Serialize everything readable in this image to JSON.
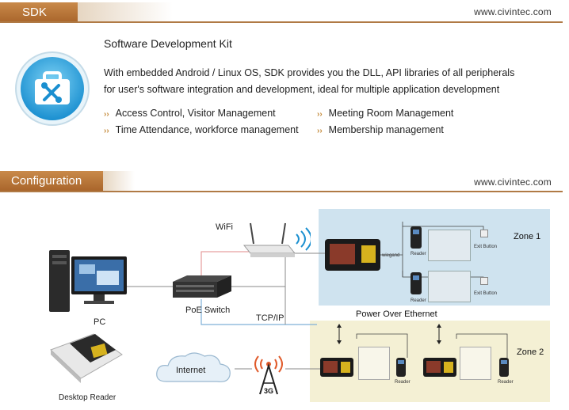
{
  "sdk_section": {
    "tab_label": "SDK",
    "url": "www.civintec.com",
    "title": "Software Development Kit",
    "desc_line1": "With embedded Android / Linux OS, SDK provides you the DLL, API libraries of  all peripherals",
    "desc_line2": "for user's software integration and development, ideal for multiple application development",
    "features": [
      "Access Control, Visitor Management",
      "Time Attendance, workforce management",
      "Meeting Room Management",
      "Membership management"
    ],
    "icon": "toolbox-icon"
  },
  "config_section": {
    "tab_label": "Configuration",
    "url": "www.civintec.com"
  },
  "diagram": {
    "wifi": "WiFi",
    "poe_switch": "PoE Switch",
    "tcpip": "TCP/IP",
    "pc": "PC",
    "desktop_reader": "Desktop Reader",
    "internet": "Internet",
    "cell": "3G",
    "power_over_ethernet": "Power Over Ethernet",
    "zone1": "Zone 1",
    "zone2": "Zone 2",
    "wiegand": "wiegand",
    "reader": "Reader",
    "exit_button": "Exit Button"
  },
  "colors": {
    "accent": "#b07a45",
    "zone1_bg": "#cfe3ef",
    "zone2_bg": "#f4f0d4",
    "tcp_line": "#7fb0d8",
    "wifi_line": "#e08a8a"
  }
}
